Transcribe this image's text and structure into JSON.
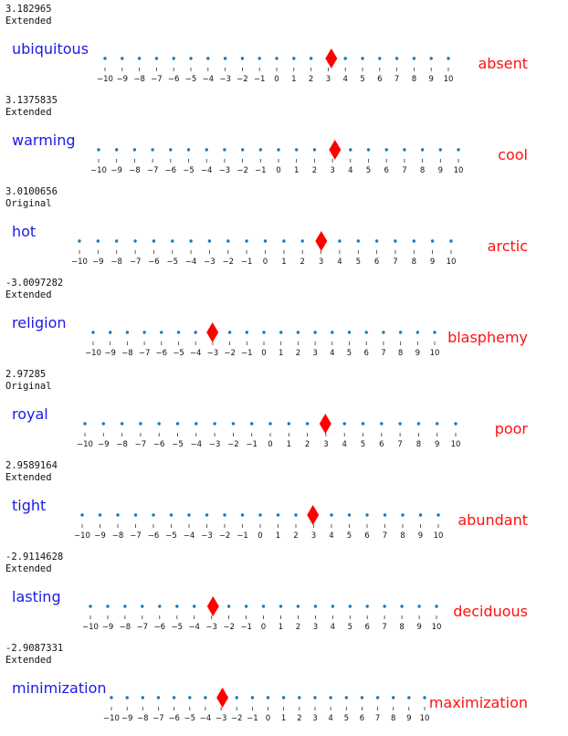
{
  "colors": {
    "dot": "#1f77b4",
    "marker": "#ff0000",
    "left_word": "#1a1ae6",
    "right_word": "#ff1010"
  },
  "chart_data": {
    "type": "scatter",
    "xlim": [
      -10,
      10
    ],
    "tick_labels": [
      "−10",
      "−9",
      "−8",
      "−7",
      "−6",
      "−5",
      "−4",
      "−3",
      "−2",
      "−1",
      "0",
      "1",
      "2",
      "3",
      "4",
      "5",
      "6",
      "7",
      "8",
      "9",
      "10"
    ],
    "items": [
      {
        "score": "3.182965",
        "kind": "Extended",
        "left": "ubiquitous",
        "right": "absent",
        "marker": 3.182965
      },
      {
        "score": "3.1375835",
        "kind": "Extended",
        "left": "warming",
        "right": "cool",
        "marker": 3.1375835
      },
      {
        "score": "3.0100656",
        "kind": "Original",
        "left": "hot",
        "right": "arctic",
        "marker": 3.0100656
      },
      {
        "score": "-3.0097282",
        "kind": "Extended",
        "left": "religion",
        "right": "blasphemy",
        "marker": -3.0097282
      },
      {
        "score": "2.97285",
        "kind": "Original",
        "left": "royal",
        "right": "poor",
        "marker": 2.97285
      },
      {
        "score": "2.9589164",
        "kind": "Extended",
        "left": "tight",
        "right": "abundant",
        "marker": 2.9589164
      },
      {
        "score": "-2.9114628",
        "kind": "Extended",
        "left": "lasting",
        "right": "deciduous",
        "marker": -2.9114628
      },
      {
        "score": "-2.9087331",
        "kind": "Extended",
        "left": "minimization",
        "right": "maximization",
        "marker": -2.9087331
      }
    ]
  }
}
